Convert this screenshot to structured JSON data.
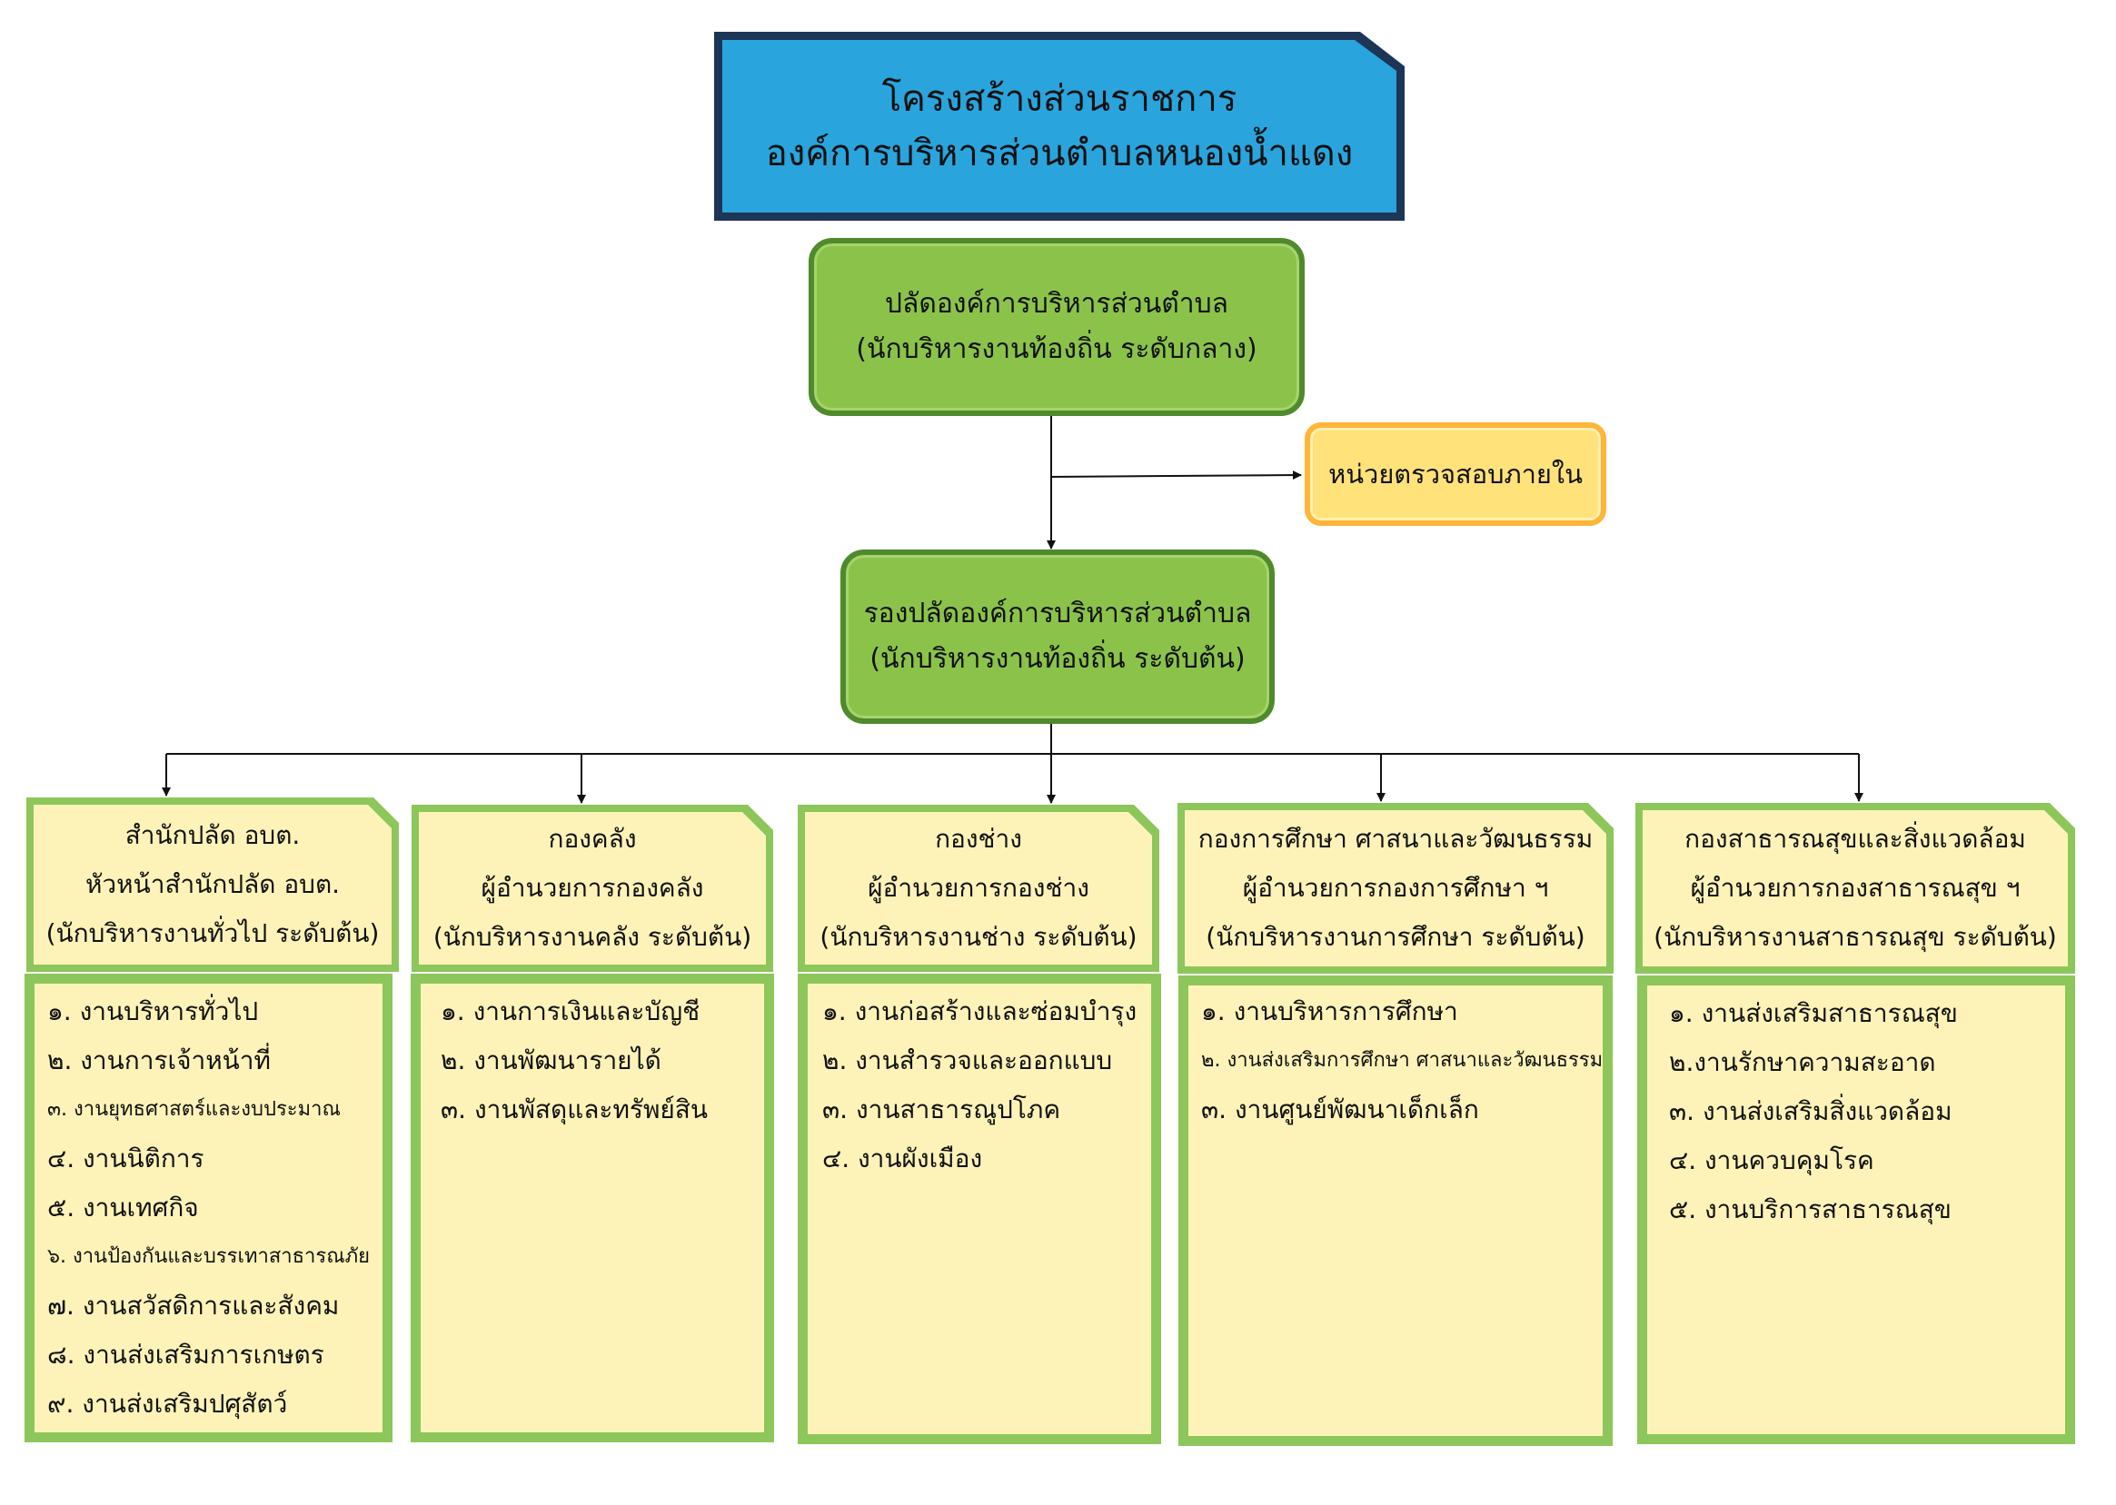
{
  "title": {
    "line1": "โครงสร้างส่วนราชการ",
    "line2": "องค์การบริหารส่วนตำบลหนองน้ำแดง"
  },
  "chief": {
    "line1": "ปลัดองค์การบริหารส่วนตำบล",
    "line2": "(นักบริหารงานท้องถิ่น ระดับกลาง)"
  },
  "audit": {
    "label": "หน่วยตรวจสอบภายใน"
  },
  "deputy": {
    "line1": "รองปลัดองค์การบริหารส่วนตำบล",
    "line2": "(นักบริหารงานท้องถิ่น ระดับต้น)"
  },
  "divisions": [
    {
      "header": [
        "สำนักปลัด อบต.",
        "หัวหน้าสำนักปลัด อบต.",
        "(นักบริหารงานทั่วไป ระดับต้น)"
      ],
      "items": [
        "๑. งานบริหารทั่วไป",
        "๒. งานการเจ้าหน้าที่",
        "๓. งานยุทธศาสตร์และงบประมาณ",
        "๔. งานนิติการ",
        "๕. งานเทศกิจ",
        "๖. งานป้องกันและบรรเทาสาธารณภัย",
        "๗. งานสวัสดิการและสังคม",
        "๘. งานส่งเสริมการเกษตร",
        "๙. งานส่งเสริมปศุสัตว์"
      ]
    },
    {
      "header": [
        "กองคลัง",
        "ผู้อำนวยการกองคลัง",
        "(นักบริหารงานคลัง ระดับต้น)"
      ],
      "items": [
        "๑. งานการเงินและบัญชี",
        "๒. งานพัฒนารายได้",
        "๓. งานพัสดุและทรัพย์สิน"
      ]
    },
    {
      "header": [
        "กองช่าง",
        "ผู้อำนวยการกองช่าง",
        "(นักบริหารงานช่าง ระดับต้น)"
      ],
      "items": [
        "๑. งานก่อสร้างและซ่อมบำรุง",
        "๒. งานสำรวจและออกแบบ",
        "๓. งานสาธารณูปโภค",
        "๔. งานผังเมือง"
      ]
    },
    {
      "header": [
        "กองการศึกษา ศาสนาและวัฒนธรรม",
        "ผู้อำนวยการกองการศึกษา ฯ",
        "(นักบริหารงานการศึกษา ระดับต้น)"
      ],
      "items": [
        "๑. งานบริหารการศึกษา",
        "๒. งานส่งเสริมการศึกษา ศาสนาและวัฒนธรรม",
        "๓. งานศูนย์พัฒนาเด็กเล็ก"
      ]
    },
    {
      "header": [
        "กองสาธารณสุขและสิ่งแวดล้อม",
        "ผู้อำนวยการกองสาธารณสุข ฯ",
        "(นักบริหารงานสาธารณสุข ระดับต้น)"
      ],
      "items": [
        "๑. งานส่งเสริมสาธารณสุข",
        "๒.งานรักษาความสะอาด",
        "๓. งานส่งเสริมสิ่งแวดล้อม",
        "๔. งานควบคุมโรค",
        "๕. งานบริการสาธารณสุข"
      ]
    }
  ]
}
